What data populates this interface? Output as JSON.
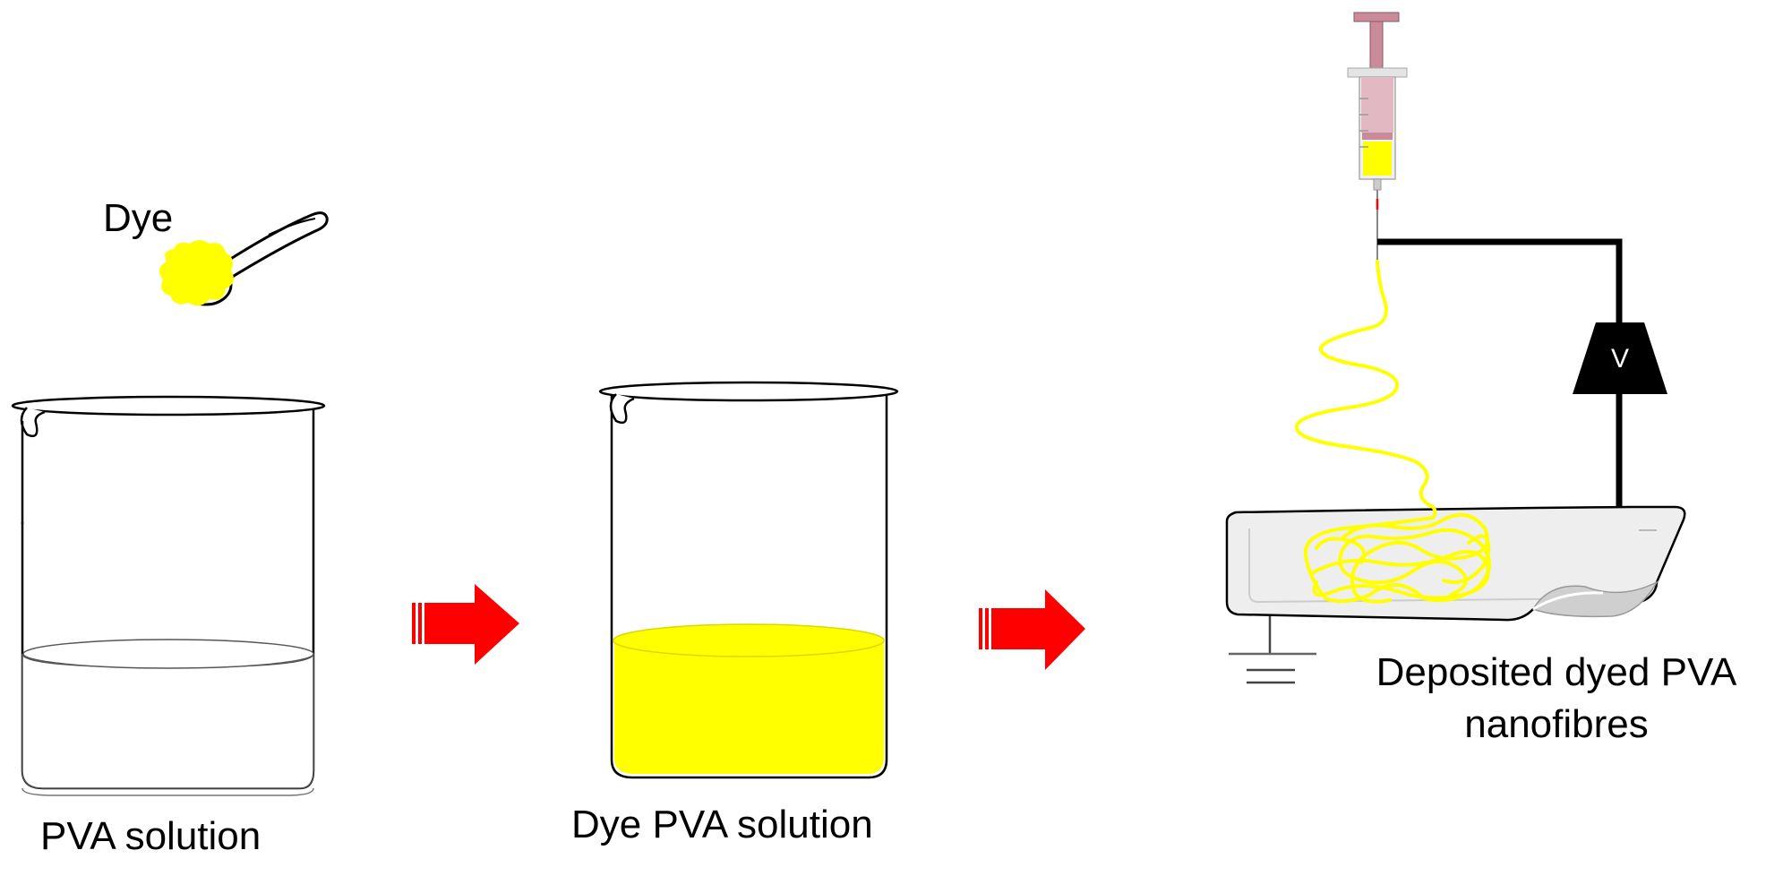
{
  "labels": {
    "dye": "Dye",
    "pva_solution": "PVA solution",
    "dye_pva_solution": "Dye PVA solution",
    "deposited_line1": "Deposited dyed PVA",
    "deposited_line2": "nanofibres",
    "voltage": "V"
  },
  "colors": {
    "dye_yellow": "#ffff00",
    "arrow_red": "#ff0000",
    "syringe_pink": "#c98a9a",
    "wire_black": "#000000",
    "collector_grey": "#eeeeee"
  },
  "steps": [
    {
      "name": "pva-beaker"
    },
    {
      "name": "dye-pva-beaker"
    },
    {
      "name": "electrospinning-setup"
    }
  ]
}
